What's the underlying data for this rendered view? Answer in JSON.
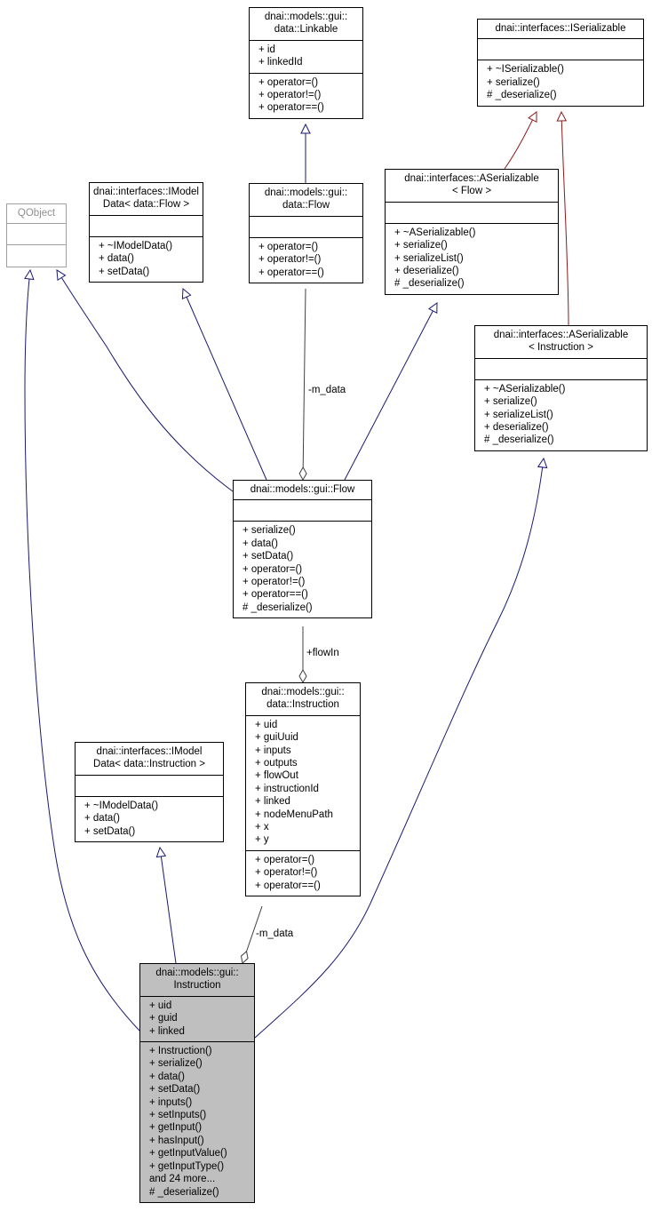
{
  "classes": {
    "linkable": {
      "title": [
        "dnai::models::gui::",
        "data::Linkable"
      ],
      "attributes": [
        "+ id",
        "+ linkedId"
      ],
      "methods": [
        "+ operator=()",
        "+ operator!=()",
        "+ operator==()"
      ]
    },
    "iserializable": {
      "title": [
        "dnai::interfaces::ISerializable"
      ],
      "attributes": [],
      "methods": [
        "+ ~ISerializable()",
        "+ serialize()",
        "# _deserialize()"
      ]
    },
    "qobject": {
      "title": [
        "QObject"
      ],
      "attributes": [],
      "methods": []
    },
    "imodeldata_flow": {
      "title": [
        "dnai::interfaces::IModel",
        "Data< data::Flow >"
      ],
      "attributes": [],
      "methods": [
        "+ ~IModelData()",
        "+ data()",
        "+ setData()"
      ]
    },
    "data_flow": {
      "title": [
        "dnai::models::gui::",
        "data::Flow"
      ],
      "attributes": [],
      "methods": [
        "+ operator=()",
        "+ operator!=()",
        "+ operator==()"
      ]
    },
    "aserializable_flow": {
      "title": [
        "dnai::interfaces::ASerializable",
        "< Flow >"
      ],
      "attributes": [],
      "methods": [
        "+ ~ASerializable()",
        "+ serialize()",
        "+ serializeList()",
        "+ deserialize()",
        "# _deserialize()"
      ]
    },
    "aserializable_instruction": {
      "title": [
        "dnai::interfaces::ASerializable",
        "< Instruction >"
      ],
      "attributes": [],
      "methods": [
        "+ ~ASerializable()",
        "+ serialize()",
        "+ serializeList()",
        "+ deserialize()",
        "# _deserialize()"
      ]
    },
    "gui_flow": {
      "title": [
        "dnai::models::gui::Flow"
      ],
      "attributes": [],
      "methods": [
        "+ serialize()",
        "+ data()",
        "+ setData()",
        "+ operator=()",
        "+ operator!=()",
        "+ operator==()",
        "# _deserialize()"
      ]
    },
    "data_instruction": {
      "title": [
        "dnai::models::gui::",
        "data::Instruction"
      ],
      "attributes": [
        "+ uid",
        "+ guiUuid",
        "+ inputs",
        "+ outputs",
        "+ flowOut",
        "+ instructionId",
        "+ linked",
        "+ nodeMenuPath",
        "+ x",
        "+ y"
      ],
      "methods": [
        "+ operator=()",
        "+ operator!=()",
        "+ operator==()"
      ]
    },
    "imodeldata_instruction": {
      "title": [
        "dnai::interfaces::IModel",
        "Data< data::Instruction >"
      ],
      "attributes": [],
      "methods": [
        "+ ~IModelData()",
        "+ data()",
        "+ setData()"
      ]
    },
    "gui_instruction": {
      "title": [
        "dnai::models::gui::",
        "Instruction"
      ],
      "attributes": [
        "+ uid",
        "+ guid",
        "+ linked"
      ],
      "methods": [
        "+ Instruction()",
        "+ serialize()",
        "+ data()",
        "+ setData()",
        "+ inputs()",
        "+ setInputs()",
        "+ getInput()",
        "+ hasInput()",
        "+ getInputValue()",
        "+ getInputType()",
        "and 24 more...",
        "# _deserialize()"
      ]
    }
  },
  "edge_labels": {
    "m_data_flow": "-m_data",
    "flow_in": "+flowIn",
    "m_data_instruction": "-m_data"
  },
  "colors": {
    "inheritance": "#191970",
    "template_inheritance": "#8b1a1a",
    "composition": "#404040",
    "focus_fill": "#bfbfbf"
  }
}
